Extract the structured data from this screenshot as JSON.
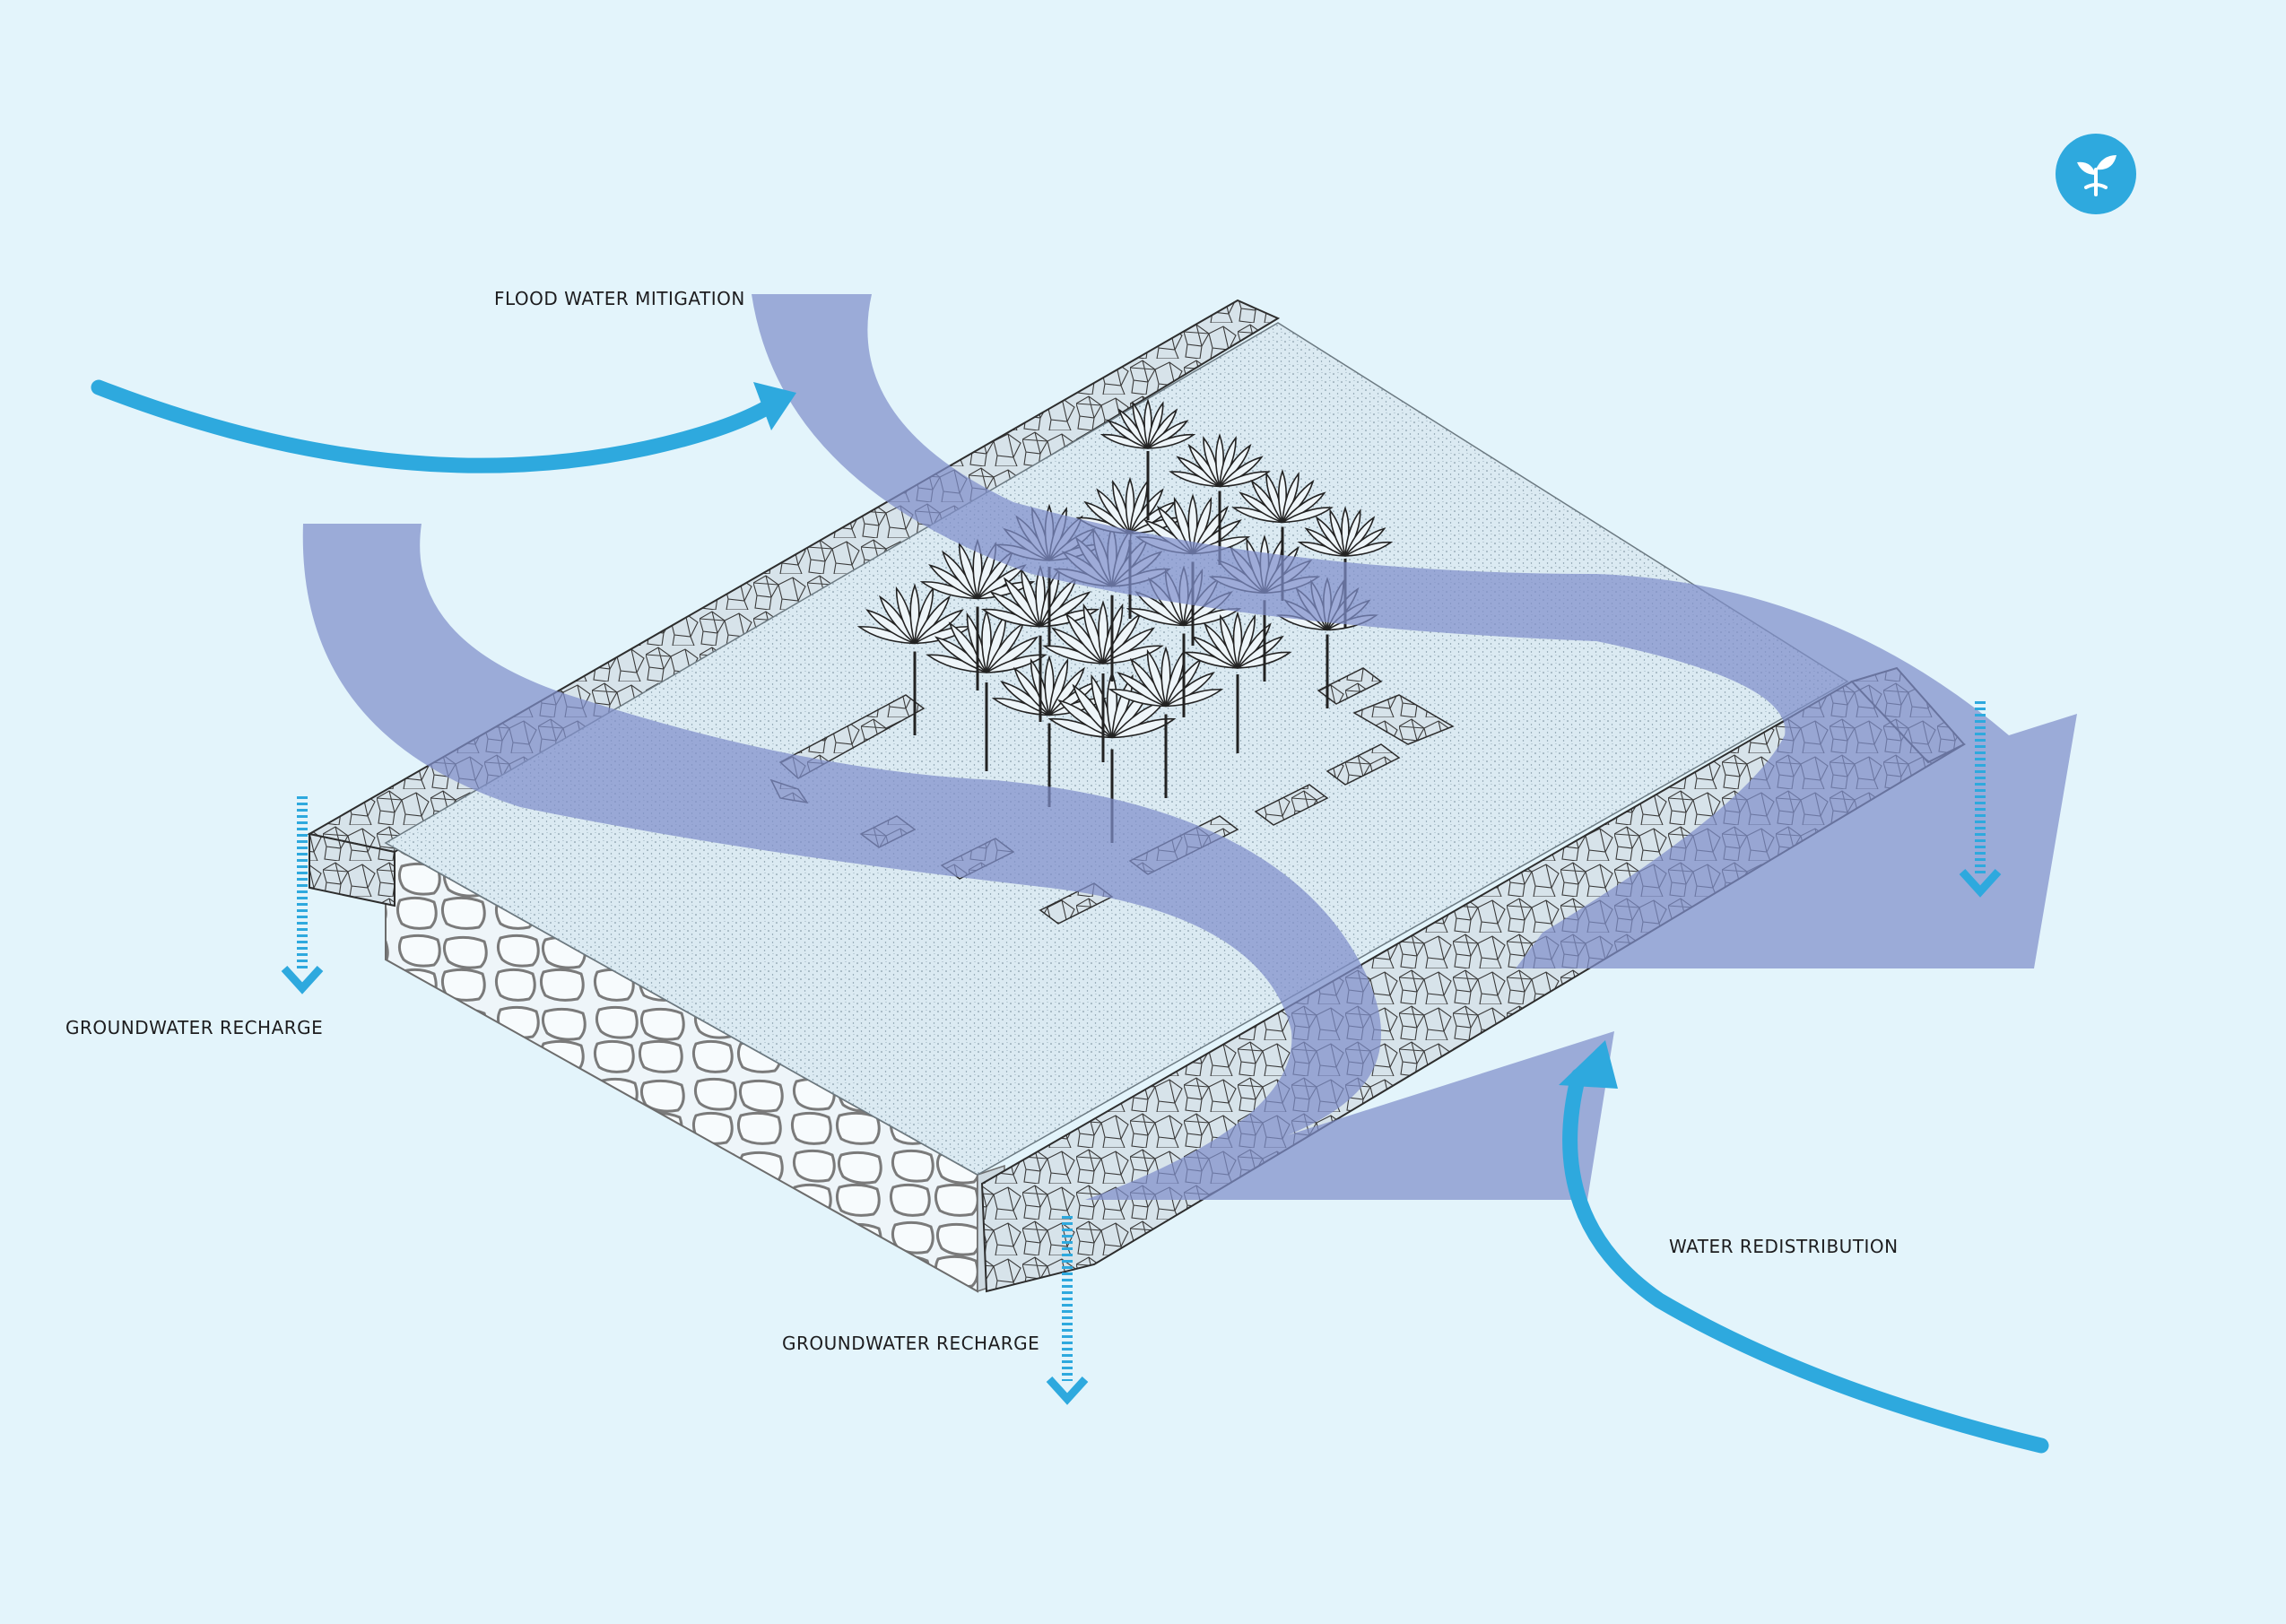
{
  "labels": {
    "flood_water_mitigation": "FLOOD WATER MITIGATION",
    "groundwater_recharge_left": "GROUNDWATER RECHARGE",
    "groundwater_recharge_bottom": "GROUNDWATER RECHARGE",
    "water_redistribution": "WATER REDISTRIBUTION"
  },
  "badge": {
    "icon": "seedling-icon"
  },
  "colors": {
    "background": "#e3f4fb",
    "accent_blue": "#2ea9de",
    "water_band": "#7f8fcb",
    "ground_top": "#cfe3ee",
    "stone_outline": "#3b3b3b",
    "tree_outline": "#222222"
  }
}
